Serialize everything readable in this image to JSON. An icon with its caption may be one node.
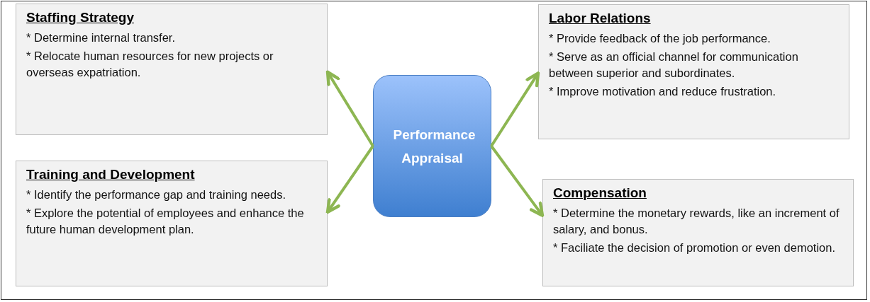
{
  "diagram": {
    "nodes": [
      {
        "text": [
          "Staffing Strategy",
          "* Determine internal transfer.",
          "* Relocate human resources for new projects or overseas expatriation."
        ]
      },
      {
        "text": [
          "Labor Relations",
          "* Provide feedback of the job performance.",
          "* Serve as an official channel for communication between superior and subordinates.",
          "* Improve motivation and reduce frustration."
        ]
      },
      {
        "text": [
          "Performance Appraisal"
        ]
      },
      {
        "text": [
          "Training and Development",
          "* Identify the performance gap and training needs.",
          "* Explore the potential of employees and enhance the future human development plan."
        ]
      },
      {
        "text": [
          "Compensation",
          "* Determine the monetary rewards, like an increment of salary, and bonus.",
          "* Faciliate the decision of promotion or even demotion."
        ]
      }
    ],
    "edges": [
      {
        "from": 2,
        "to": 0,
        "arrow": "to"
      },
      {
        "from": 2,
        "to": 3,
        "arrow": "to"
      },
      {
        "from": 2,
        "to": 1,
        "arrow": "to"
      },
      {
        "from": 2,
        "to": 4,
        "arrow": "to"
      }
    ]
  }
}
